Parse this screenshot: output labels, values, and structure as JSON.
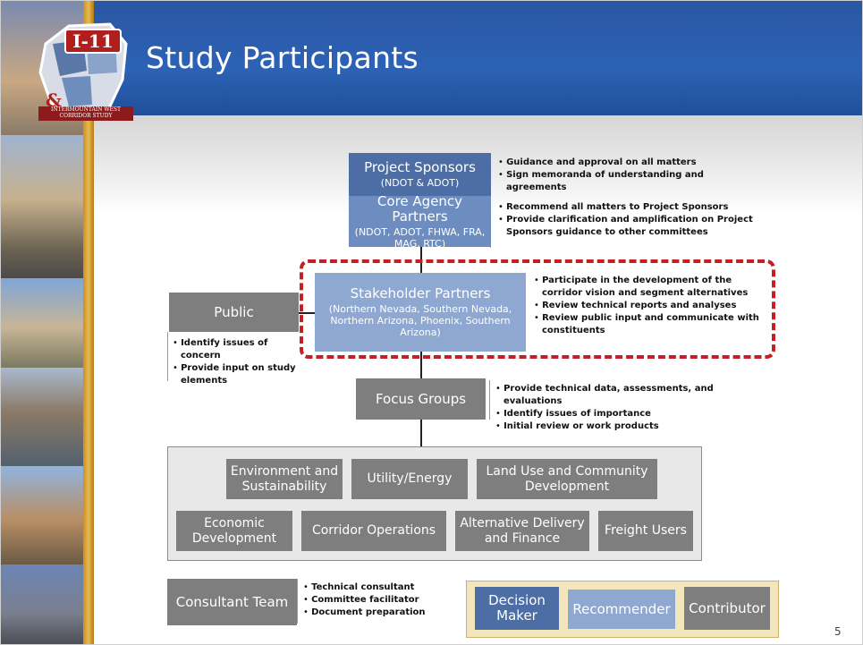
{
  "header": {
    "title": "Study Participants",
    "page_number_top": "5",
    "logo_text": "I-11",
    "logo_subtitle": "INTERMOUNTAIN WEST CORRIDOR STUDY",
    "logo_ampersand": "&"
  },
  "org": {
    "project_sponsors": {
      "title": "Project Sponsors",
      "subtitle": "(NDOT & ADOT)",
      "bullets": [
        "Guidance and approval on all matters",
        "Sign memoranda of understanding and agreements"
      ]
    },
    "core_agency": {
      "title": "Core Agency Partners",
      "subtitle": "(NDOT, ADOT, FHWA, FRA, MAG, RTC)",
      "bullets": [
        "Recommend all matters to Project Sponsors",
        "Provide clarification and amplification on Project Sponsors guidance to other committees"
      ]
    },
    "stakeholder": {
      "title": "Stakeholder Partners",
      "subtitle": "(Northern Nevada, Southern Nevada, Northern Arizona, Phoenix, Southern Arizona)",
      "bullets": [
        "Participate in the development of the corridor vision and segment alternatives",
        "Review technical reports and analyses",
        "Review public input and communicate with constituents"
      ]
    },
    "public": {
      "title": "Public",
      "bullets": [
        "Identify issues of concern",
        "Provide input on study elements"
      ]
    },
    "focus_groups": {
      "title": "Focus Groups",
      "bullets": [
        "Provide technical data, assessments, and evaluations",
        "Identify issues of importance",
        "Initial review or work products"
      ]
    },
    "groups": [
      "Environment and Sustainability",
      "Utility/Energy",
      "Land Use and Community Development",
      "Economic Development",
      "Corridor Operations",
      "Alternative Delivery and Finance",
      "Freight Users"
    ],
    "consultant": {
      "title": "Consultant Team",
      "bullets": [
        "Technical consultant",
        "Committee facilitator",
        "Document preparation"
      ]
    }
  },
  "legend": {
    "decision_maker": "Decision Maker",
    "recommender": "Recommender",
    "contributor": "Contributor"
  },
  "footer": {
    "page_number": "5"
  },
  "colors": {
    "header_blue": "#2c62b5",
    "box_gray": "#7e7e7e",
    "box_blue": "#4d6ea5",
    "box_light": "#8ea8d2",
    "dashed_red": "#c41f25"
  }
}
